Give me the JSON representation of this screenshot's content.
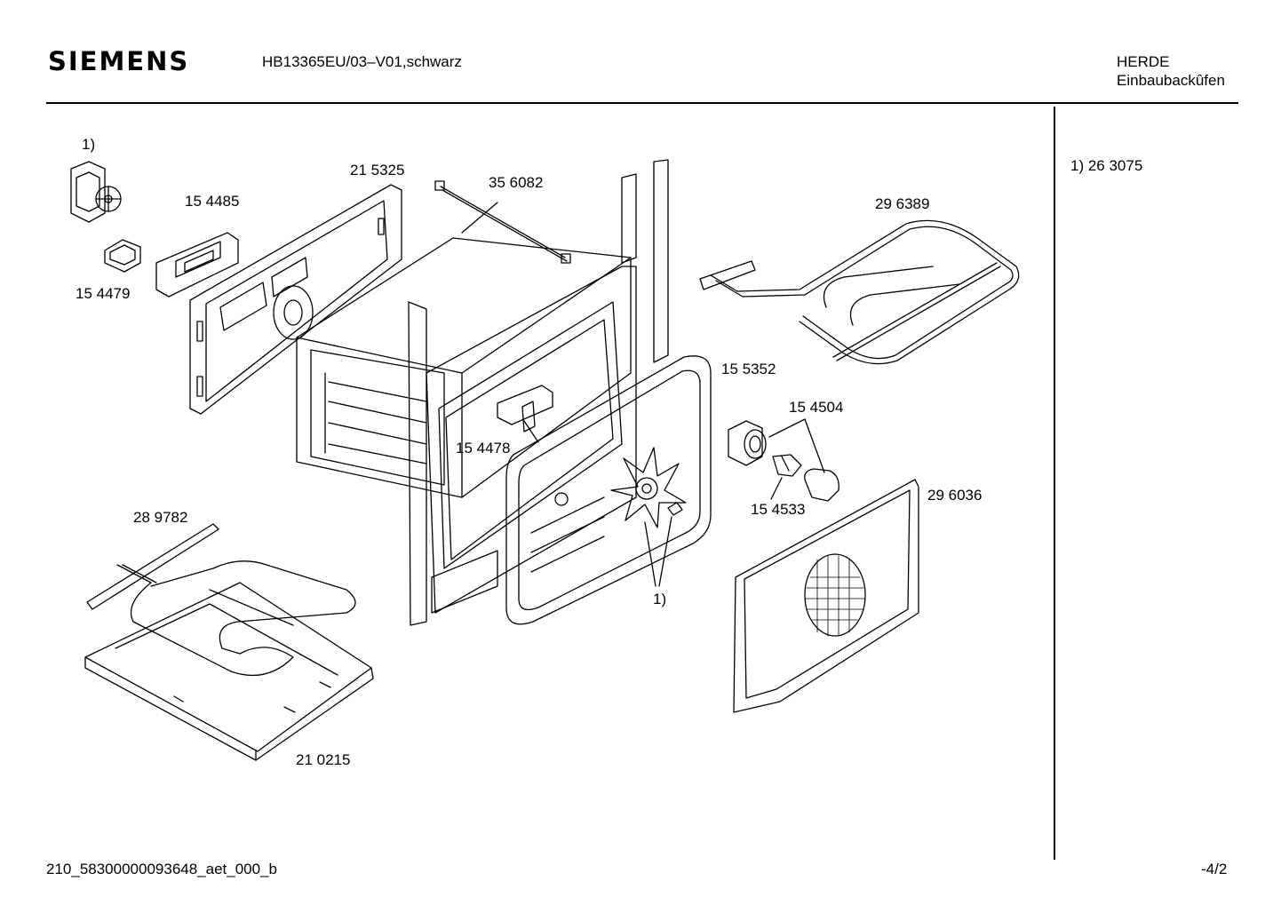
{
  "header": {
    "brand": "SIEMENS",
    "model": "HB13365EU/03–V01,schwarz",
    "category_line1": "HERDE",
    "category_line2": "Einbaubackûfen"
  },
  "side_note": "1) 26 3075",
  "footer": {
    "doc_id": "210_58300000093648_aet_000_b",
    "page": "-4/2"
  },
  "parts": [
    {
      "id": "note-1-top",
      "label": "1)"
    },
    {
      "id": "part-154485",
      "label": "15 4485"
    },
    {
      "id": "part-154479",
      "label": "15 4479"
    },
    {
      "id": "part-215325",
      "label": "21 5325"
    },
    {
      "id": "part-356082",
      "label": "35 6082"
    },
    {
      "id": "part-296389",
      "label": "29 6389"
    },
    {
      "id": "part-155352",
      "label": "15 5352"
    },
    {
      "id": "part-154504",
      "label": "15 4504"
    },
    {
      "id": "part-154478",
      "label": "15 4478"
    },
    {
      "id": "part-154533",
      "label": "15 4533"
    },
    {
      "id": "part-296036",
      "label": "29 6036"
    },
    {
      "id": "part-289782",
      "label": "28 9782"
    },
    {
      "id": "note-1-fan",
      "label": "1)"
    },
    {
      "id": "part-210215",
      "label": "21 0215"
    }
  ]
}
